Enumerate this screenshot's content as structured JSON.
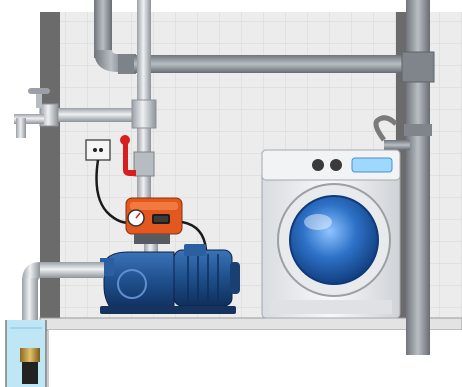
{
  "scene": {
    "subject": "pressure-pump-installation",
    "components": [
      "water-tap",
      "wall-socket",
      "ball-valve",
      "pressure-controller",
      "surface-pump",
      "electric-motor",
      "suction-pipe",
      "foot-valve",
      "drain-pipe",
      "washing-machine"
    ],
    "labels": []
  },
  "colors": {
    "wall_tile": "#ececec",
    "wall_side": "#6b6b6b",
    "pipe": "#c9ccd0",
    "drain_pipe": "#8a8a8a",
    "pump_blue": "#1f4f8c",
    "controller_orange": "#e2581f",
    "valve_red": "#d81e1e",
    "water": "#bfe6f5",
    "washer_door": "#2e72c8"
  }
}
